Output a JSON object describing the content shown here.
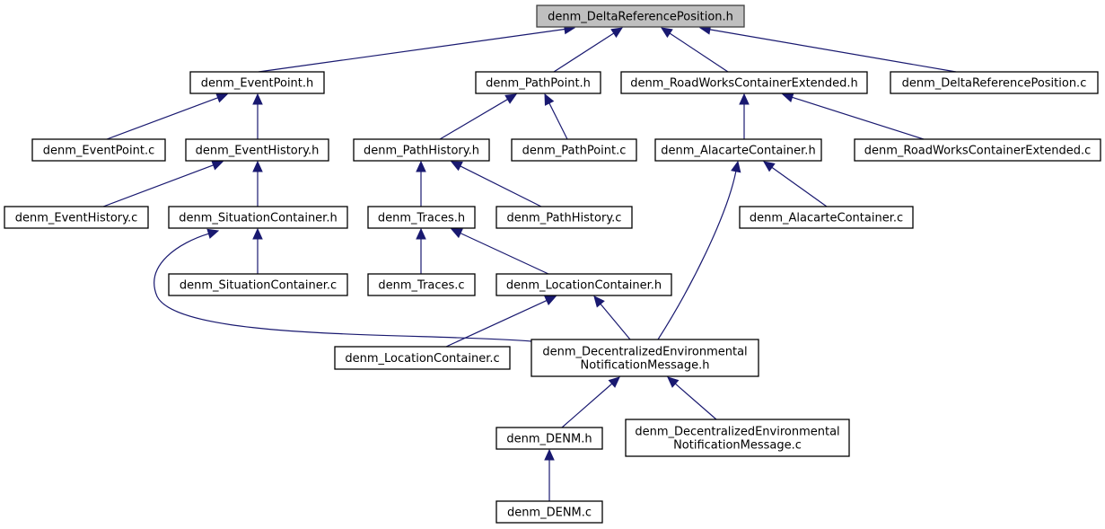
{
  "diagram": {
    "title": "denm_DeltaReferencePosition.h include dependency graph",
    "colors": {
      "edge": "#191970",
      "root_fill": "#bfbfbf",
      "node_fill": "#ffffff",
      "node_border": "#000000"
    },
    "nodes": [
      {
        "id": "root",
        "lines": [
          "denm_DeltaReferencePosition.h"
        ],
        "root": true
      },
      {
        "id": "eventpoint_h",
        "lines": [
          "denm_EventPoint.h"
        ]
      },
      {
        "id": "pathpoint_h",
        "lines": [
          "denm_PathPoint.h"
        ]
      },
      {
        "id": "roadworks_h",
        "lines": [
          "denm_RoadWorksContainerExtended.h"
        ]
      },
      {
        "id": "deltaref_c",
        "lines": [
          "denm_DeltaReferencePosition.c"
        ]
      },
      {
        "id": "eventpoint_c",
        "lines": [
          "denm_EventPoint.c"
        ]
      },
      {
        "id": "eventhistory_h",
        "lines": [
          "denm_EventHistory.h"
        ]
      },
      {
        "id": "pathhistory_h",
        "lines": [
          "denm_PathHistory.h"
        ]
      },
      {
        "id": "pathpoint_c",
        "lines": [
          "denm_PathPoint.c"
        ]
      },
      {
        "id": "alacarte_h",
        "lines": [
          "denm_AlacarteContainer.h"
        ]
      },
      {
        "id": "roadworks_c",
        "lines": [
          "denm_RoadWorksContainerExtended.c"
        ]
      },
      {
        "id": "eventhistory_c",
        "lines": [
          "denm_EventHistory.c"
        ]
      },
      {
        "id": "situation_h",
        "lines": [
          "denm_SituationContainer.h"
        ]
      },
      {
        "id": "traces_h",
        "lines": [
          "denm_Traces.h"
        ]
      },
      {
        "id": "pathhistory_c",
        "lines": [
          "denm_PathHistory.c"
        ]
      },
      {
        "id": "alacarte_c",
        "lines": [
          "denm_AlacarteContainer.c"
        ]
      },
      {
        "id": "situation_c",
        "lines": [
          "denm_SituationContainer.c"
        ]
      },
      {
        "id": "traces_c",
        "lines": [
          "denm_Traces.c"
        ]
      },
      {
        "id": "location_h",
        "lines": [
          "denm_LocationContainer.h"
        ]
      },
      {
        "id": "location_c",
        "lines": [
          "denm_LocationContainer.c"
        ]
      },
      {
        "id": "denmmsg_h",
        "lines": [
          "denm_DecentralizedEnvironmental",
          "NotificationMessage.h"
        ]
      },
      {
        "id": "denm_h",
        "lines": [
          "denm_DENM.h"
        ]
      },
      {
        "id": "denmmsg_c",
        "lines": [
          "denm_DecentralizedEnvironmental",
          "NotificationMessage.c"
        ]
      },
      {
        "id": "denm_c",
        "lines": [
          "denm_DENM.c"
        ]
      }
    ],
    "edges": [
      {
        "from": "eventpoint_h",
        "to": "root"
      },
      {
        "from": "pathpoint_h",
        "to": "root"
      },
      {
        "from": "roadworks_h",
        "to": "root"
      },
      {
        "from": "deltaref_c",
        "to": "root"
      },
      {
        "from": "eventpoint_c",
        "to": "eventpoint_h"
      },
      {
        "from": "eventhistory_h",
        "to": "eventpoint_h"
      },
      {
        "from": "pathhistory_h",
        "to": "pathpoint_h"
      },
      {
        "from": "pathpoint_c",
        "to": "pathpoint_h"
      },
      {
        "from": "alacarte_h",
        "to": "roadworks_h"
      },
      {
        "from": "roadworks_c",
        "to": "roadworks_h"
      },
      {
        "from": "eventhistory_c",
        "to": "eventhistory_h"
      },
      {
        "from": "situation_h",
        "to": "eventhistory_h"
      },
      {
        "from": "traces_h",
        "to": "pathhistory_h"
      },
      {
        "from": "pathhistory_c",
        "to": "pathhistory_h"
      },
      {
        "from": "alacarte_c",
        "to": "alacarte_h"
      },
      {
        "from": "denmmsg_h",
        "to": "alacarte_h"
      },
      {
        "from": "situation_c",
        "to": "situation_h"
      },
      {
        "from": "denmmsg_h",
        "to": "situation_h"
      },
      {
        "from": "traces_c",
        "to": "traces_h"
      },
      {
        "from": "location_h",
        "to": "traces_h"
      },
      {
        "from": "location_c",
        "to": "location_h"
      },
      {
        "from": "denmmsg_h",
        "to": "location_h"
      },
      {
        "from": "denm_h",
        "to": "denmmsg_h"
      },
      {
        "from": "denmmsg_c",
        "to": "denmmsg_h"
      },
      {
        "from": "denm_c",
        "to": "denm_h"
      }
    ]
  }
}
